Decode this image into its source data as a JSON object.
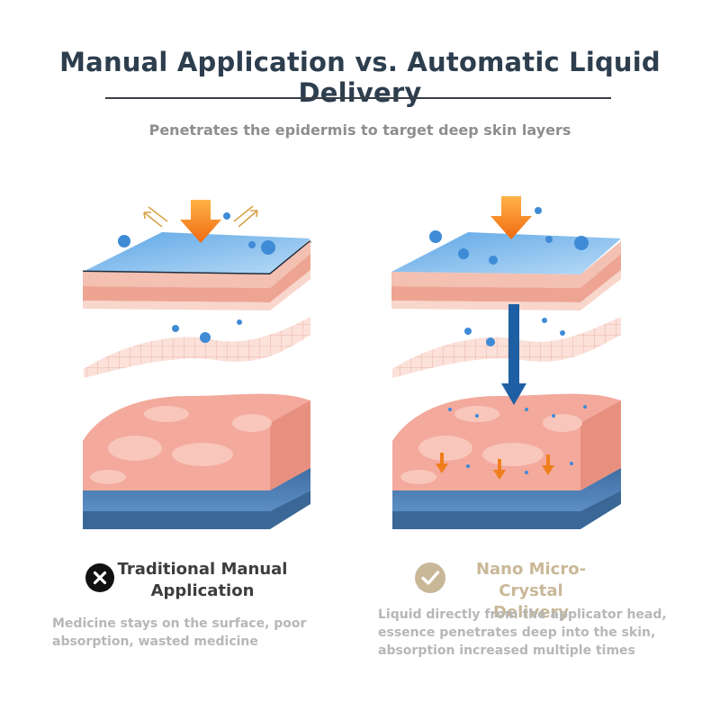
{
  "header": {
    "title": "Manual Application vs. Automatic Liquid Delivery",
    "subtitle": "Penetrates the epidermis to target deep skin layers"
  },
  "left_panel": {
    "caption_line1": "Traditional Manual",
    "caption_line2": "Application",
    "description_line1": "Medicine stays on the surface, poor",
    "description_line2": "absorption, wasted medicine",
    "icon": "x-circle-icon"
  },
  "right_panel": {
    "caption_line1": "Nano Micro-Crystal",
    "caption_line2": "Delivery",
    "description_line1": "Liquid directly from the applicator head,",
    "description_line2": "essence penetrates deep into the skin,",
    "description_line3": "absorption increased multiple times",
    "icon": "check-circle-icon"
  },
  "colors": {
    "title": "#2d3e4e",
    "left_caption": "#3d3d3d",
    "right_caption": "#c9b898",
    "description": "#b7b7b7",
    "arrow_orange": "#f07e1c",
    "arrow_blue": "#1e5fa3",
    "epidermis_blue": "#8ec1ec",
    "dermis_pink": "#f3b7ab",
    "deep_layer_blue": "#4a78a8"
  }
}
